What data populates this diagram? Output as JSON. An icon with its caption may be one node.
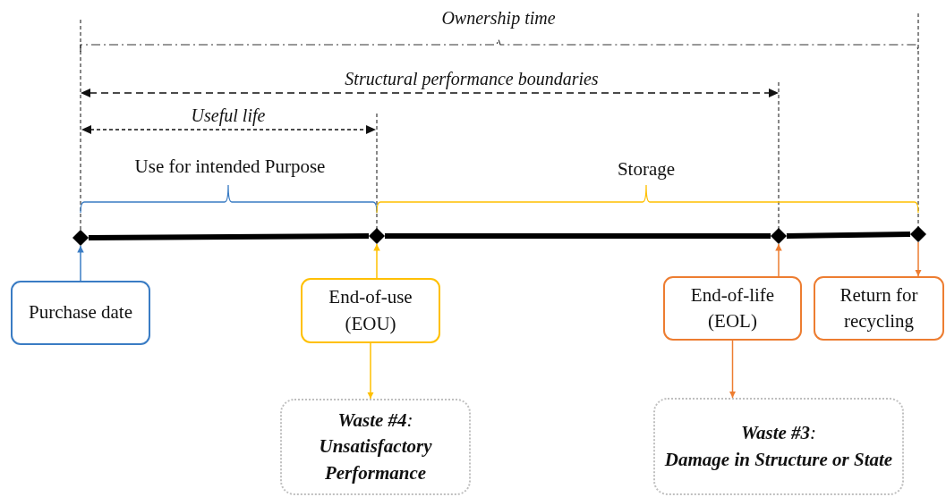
{
  "diagram": {
    "nodes": [
      {
        "text": [
          "Purchase date"
        ]
      },
      {
        "text": [
          "End-of-use (EOU)"
        ]
      },
      {
        "text": [
          "End-of-life (EOL)"
        ]
      },
      {
        "text": [
          "Return for recycling"
        ]
      },
      {
        "text": [
          "**Waste #4**:",
          "Unsatisfactory Performance"
        ]
      },
      {
        "text": [
          "**Waste #3**:",
          "Damage in Structure or State"
        ]
      },
      {
        "text": [],
        "shape": "diamond"
      },
      {
        "text": [],
        "shape": "diamond"
      },
      {
        "text": [],
        "shape": "diamond"
      },
      {
        "text": [],
        "shape": "diamond"
      }
    ],
    "edges": [
      {
        "from": 0,
        "to": 6,
        "arrow": "to",
        "color": "#3a7cc4"
      },
      {
        "from": 1,
        "to": 7,
        "arrow": "to",
        "color": "#ffc000"
      },
      {
        "from": 2,
        "to": 8,
        "arrow": "to",
        "color": "#ed7d31"
      },
      {
        "from": 9,
        "to": 3,
        "arrow": "to",
        "color": "#ed7d31"
      },
      {
        "from": 1,
        "to": 4,
        "arrow": "to",
        "color": "#ffc000"
      },
      {
        "from": 2,
        "to": 5,
        "arrow": "to",
        "color": "#ed7d31"
      },
      {
        "from": 6,
        "to": 7,
        "arrow": "none",
        "style": "thick",
        "color": "#000000"
      },
      {
        "from": 7,
        "to": 8,
        "arrow": "none",
        "style": "thick",
        "color": "#000000"
      },
      {
        "from": 8,
        "to": 9,
        "arrow": "none",
        "style": "thick",
        "color": "#000000"
      }
    ],
    "labels": [
      "Ownership time",
      "Structural performance boundaries",
      "Useful life",
      "Use for intended Purpose",
      "Storage"
    ]
  }
}
